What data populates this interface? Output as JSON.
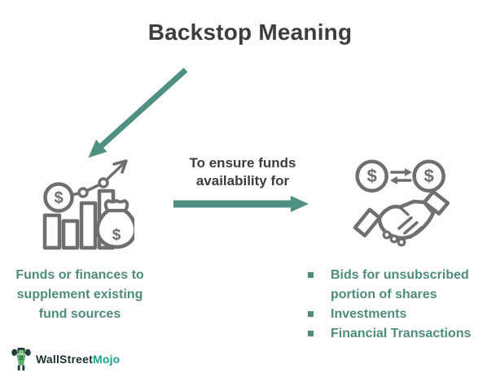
{
  "title": "Backstop Meaning",
  "connector": {
    "label_line1": "To ensure funds",
    "label_line2": "availability for"
  },
  "left": {
    "icon": "growth-chart-money-bag-icon",
    "caption_lines": [
      "Funds or finances to",
      "supplement existing",
      "fund sources"
    ]
  },
  "right": {
    "icon": "handshake-currency-exchange-icon",
    "items": [
      "Bids for unsubscribed portion of shares",
      "Investments",
      "Financial Transactions"
    ]
  },
  "logo": {
    "brand_part1": "WallStreet",
    "brand_part2": "Mojo"
  },
  "icons": {
    "dollar_sign": "$"
  },
  "colors": {
    "accent_teal": "#4e9183",
    "text_green": "#4e8c79",
    "icon_gray": "#6f6f6f",
    "heading_gray": "#3d3d3d",
    "logo_navy": "#1d2c35",
    "logo_teal": "#16a38d"
  }
}
